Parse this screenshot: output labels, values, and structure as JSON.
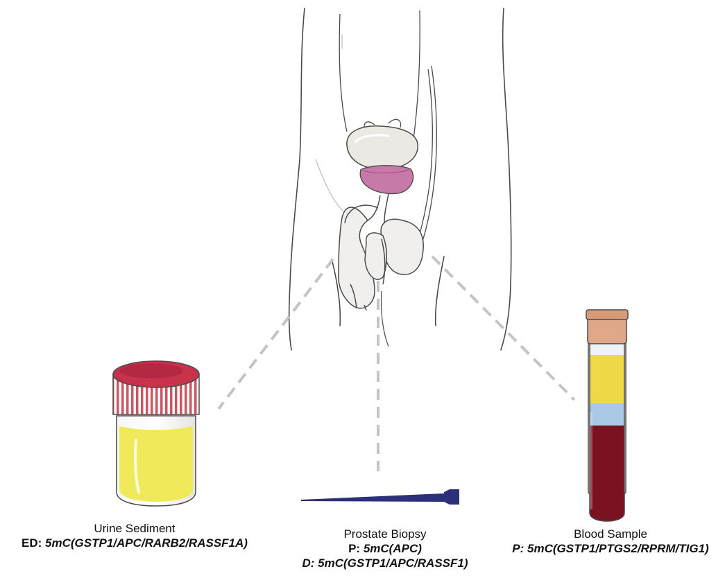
{
  "samples": {
    "urine": {
      "title": "Urine Sediment",
      "line1_prefix": "ED: ",
      "line1_marker": "5mC(GSTP1/APC/RARB2/RASSF1A)"
    },
    "biopsy": {
      "title": "Prostate Biopsy",
      "line1_prefix": "P: ",
      "line1_marker": "5mC(APC)",
      "line2_prefix": "D: ",
      "line2_marker": "5mC(GSTP1/APC/RASSF1)"
    },
    "blood": {
      "title": "Blood Sample",
      "line1_prefix": "P: ",
      "line1_marker": "5mC(GSTP1/PTGS2/RPRM/TIG1)"
    }
  },
  "colors": {
    "outline": "#4a4a4a",
    "prostate": "#c77aa8",
    "bladder": "#ece8e4",
    "dashed_line": "#c4c4c4",
    "urine_liquid": "#f0ea5a",
    "urine_cap": "#c8334b",
    "needle": "#2c2f7a",
    "blood_plasma": "#f0d848",
    "blood_buffy": "#a9c9e6",
    "blood_rbc": "#7a1222",
    "blood_cap": "#e0a889"
  }
}
